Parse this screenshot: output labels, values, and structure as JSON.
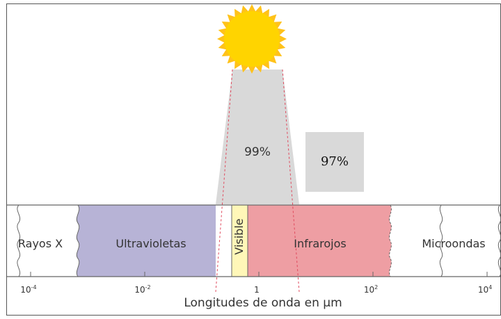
{
  "colors": {
    "sun_fill": "#ffd400",
    "sun_rays": "#ffc21a",
    "beam": "#d9d9d9",
    "ultraviolet": "#b7b3d6",
    "visible": "#fff7b8",
    "infrared": "#ee9ea3",
    "overlay_box": "#d9d9d9",
    "guide_lines": "#e0485c",
    "frame": "#555555"
  },
  "icons": {
    "sun": "sun-icon"
  },
  "beam_label": "99%",
  "overlay_label": "97%",
  "bands": {
    "xray": "Rayos X",
    "ultraviolet": "Ultravioletas",
    "visible": "Visible",
    "infrared": "Infrarojos",
    "microwave": "Microondas"
  },
  "axis": {
    "ticks": [
      {
        "base": "10",
        "exp": "-4"
      },
      {
        "base": "10",
        "exp": "-2"
      },
      {
        "base": "1",
        "exp": ""
      },
      {
        "base": "10",
        "exp": "2"
      },
      {
        "base": "10",
        "exp": "4"
      }
    ],
    "label": "Longitudes de onda en µm"
  }
}
